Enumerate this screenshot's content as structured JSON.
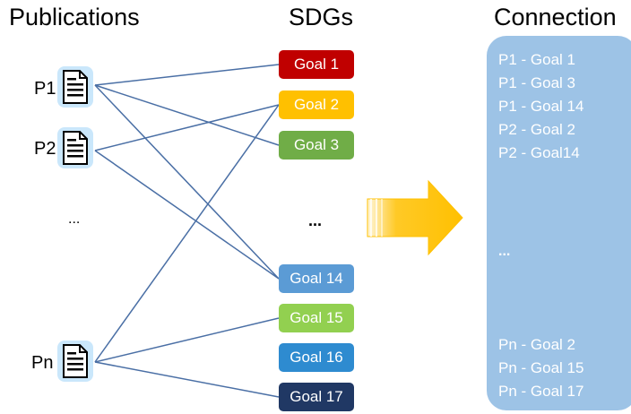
{
  "headings": {
    "publications": "Publications",
    "sdgs": "SDGs",
    "connection": "Connection"
  },
  "publications": [
    {
      "id": "p1",
      "label": "P1"
    },
    {
      "id": "p2",
      "label": "P2"
    },
    {
      "id": "pn",
      "label": "Pn"
    }
  ],
  "pub_ellipsis": "...",
  "goals": [
    {
      "id": "goal1",
      "label": "Goal 1",
      "color": "#c00000"
    },
    {
      "id": "goal2",
      "label": "Goal 2",
      "color": "#ffc000"
    },
    {
      "id": "goal3",
      "label": "Goal 3",
      "color": "#70ad47"
    },
    {
      "id": "goal14",
      "label": "Goal 14",
      "color": "#5b9bd5"
    },
    {
      "id": "goal15",
      "label": "Goal 15",
      "color": "#92d050"
    },
    {
      "id": "goal16",
      "label": "Goal 16",
      "color": "#2e8bd0"
    },
    {
      "id": "goal17",
      "label": "Goal 17",
      "color": "#203864"
    }
  ],
  "goal_ellipsis": "...",
  "connections": {
    "top": [
      "P1 - Goal 1",
      "P1 - Goal 3",
      "P1 - Goal 14",
      "P2 - Goal 2",
      "P2 - Goal14"
    ],
    "ellipsis": "...",
    "bottom": [
      "Pn - Goal 2",
      "Pn - Goal 15",
      "Pn - Goal 17"
    ]
  },
  "links": [
    [
      "p1",
      "goal1"
    ],
    [
      "p1",
      "goal3"
    ],
    [
      "p1",
      "goal14"
    ],
    [
      "p2",
      "goal2"
    ],
    [
      "p2",
      "goal14"
    ],
    [
      "pn",
      "goal2"
    ],
    [
      "pn",
      "goal15"
    ],
    [
      "pn",
      "goal17"
    ]
  ],
  "colors": {
    "line": "#4a6fa5",
    "panel": "#9dc3e6",
    "arrow": "#ffc000",
    "icon_glow": "#9fd3f7"
  }
}
